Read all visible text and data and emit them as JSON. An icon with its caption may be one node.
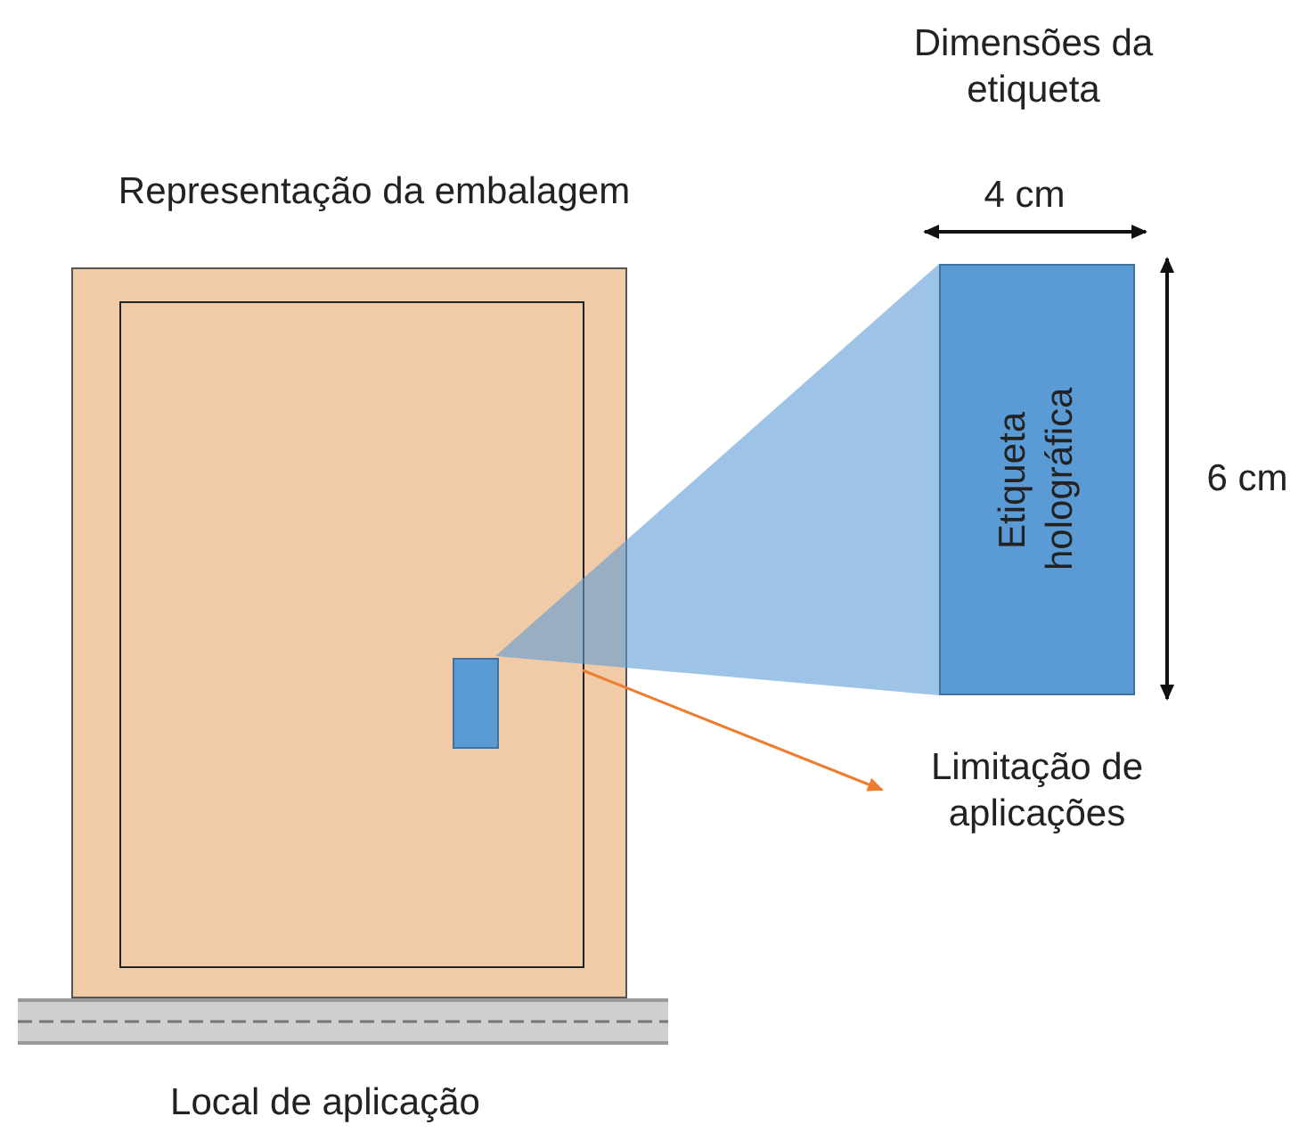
{
  "diagram": {
    "nodes": [
      {
        "text": [
          "Representação da embalagem"
        ]
      },
      {
        "text": [],
        "shape": "box",
        "in": 0
      },
      {
        "text": [],
        "shape": "box",
        "in": 1
      },
      {
        "text": [
          "Etiqueta holográfica"
        ]
      },
      {
        "text": [
          "Limitação de aplicações"
        ]
      },
      {
        "text": [],
        "shape": "bar",
        "beside": [
          "Local de aplicação"
        ]
      },
      {
        "text": [],
        "shape": "triangle"
      }
    ],
    "edges": [
      {
        "from": 1,
        "to": 4,
        "arrow": "to",
        "color": "#ed7d31"
      }
    ],
    "labels": [
      "Dimensões da etiqueta",
      "4 cm",
      "6 cm"
    ]
  }
}
